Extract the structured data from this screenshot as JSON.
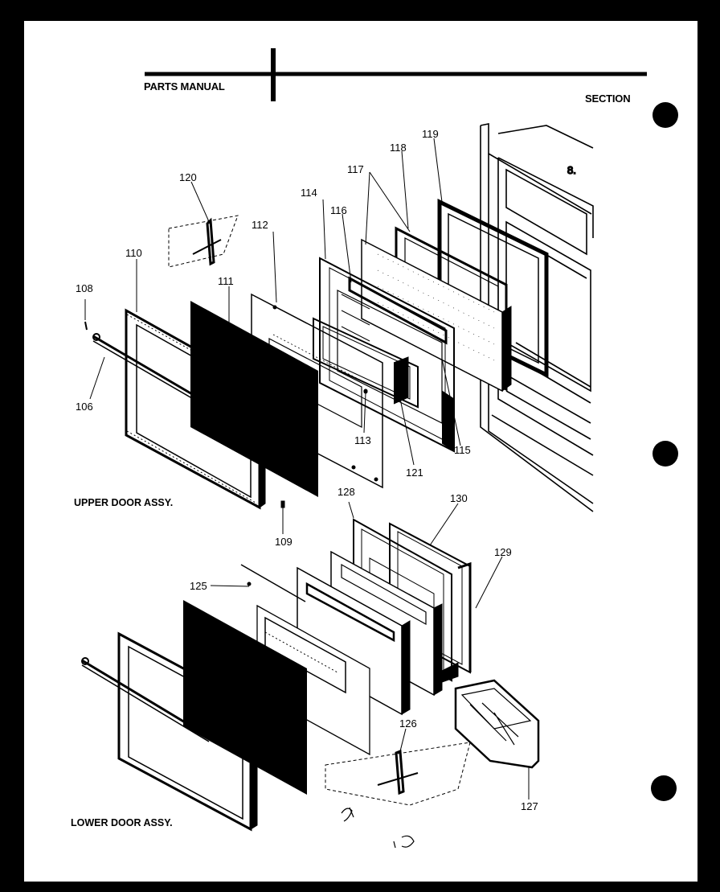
{
  "header": {
    "left": "PARTS MANUAL",
    "right": "SECTION"
  },
  "assemblies": {
    "upper": "UPPER DOOR ASSY.",
    "lower": "LOWER DOOR ASSY."
  },
  "callouts": {
    "c108a": "108",
    "c106": "106",
    "c110": "110",
    "c111": "111",
    "c112": "112",
    "c120": "120",
    "c114": "114",
    "c116": "116",
    "c117": "117",
    "c118": "118",
    "c119": "119",
    "c113": "113",
    "c121": "121",
    "c115": "115",
    "c109": "109",
    "c128": "128",
    "c130": "130",
    "c129": "129",
    "c125": "125",
    "c126": "126",
    "c127": "127"
  }
}
